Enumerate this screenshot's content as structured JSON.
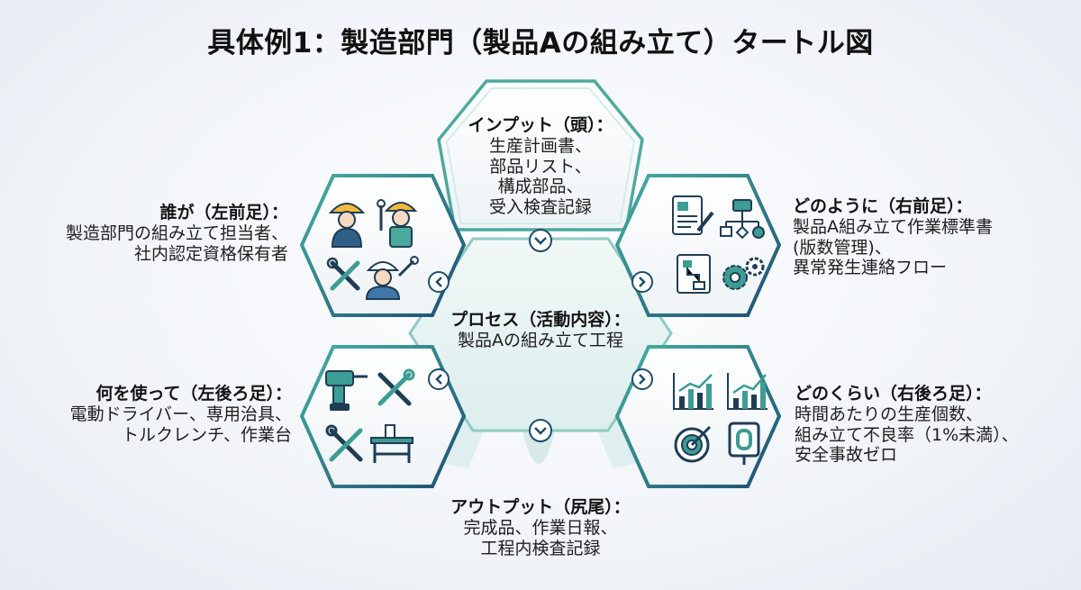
{
  "title": "具体例1：製造部門（製品Aの組み立て）タートル図",
  "colors": {
    "teal": "#3d9c94",
    "navy": "#1f4d6b",
    "bg": "#f2f5f9"
  },
  "input": {
    "heading": "インプット（頭）：",
    "lines": [
      "生産計画書、",
      "部品リスト、",
      "構成部品、",
      "受入検査記録"
    ]
  },
  "who": {
    "heading": "誰が（左前足）：",
    "lines": [
      "製造部門の組み立て担当者、",
      "社内認定資格保有者"
    ]
  },
  "how": {
    "heading": "どのように（右前足）：",
    "lines": [
      "製品A組み立て作業標準書",
      "(版数管理)、",
      "異常発生連絡フロー"
    ]
  },
  "process": {
    "heading": "プロセス（活動内容）：",
    "lines": [
      "製品Aの組み立て工程"
    ]
  },
  "withwhat": {
    "heading": "何を使って（左後ろ足）：",
    "lines": [
      "電動ドライバー、専用治具、",
      "トルクレンチ、作業台"
    ]
  },
  "howmuch": {
    "heading": "どのくらい（右後ろ足）：",
    "lines": [
      "時間あたりの生産個数、",
      "組み立て不良率（1%未満）、",
      "安全事故ゼロ"
    ]
  },
  "output": {
    "heading": "アウトプット（尻尾）：",
    "lines": [
      "完成品、作業日報、",
      "工程内検査記録"
    ]
  },
  "icons": {
    "who": [
      "worker-female-icon",
      "worker-wrench-icon",
      "tools-cross-icon",
      "worker-wrench-icon"
    ],
    "how": [
      "document-pen-icon",
      "flowchart-icon",
      "process-chart-icon",
      "gears-icon"
    ],
    "withwhat": [
      "drill-icon",
      "wrench-screwdriver-icon",
      "tools-cross-icon",
      "workbench-icon"
    ],
    "howmuch": [
      "bar-chart-icon",
      "bar-chart-icon",
      "target-icon",
      "sign-icon"
    ]
  }
}
